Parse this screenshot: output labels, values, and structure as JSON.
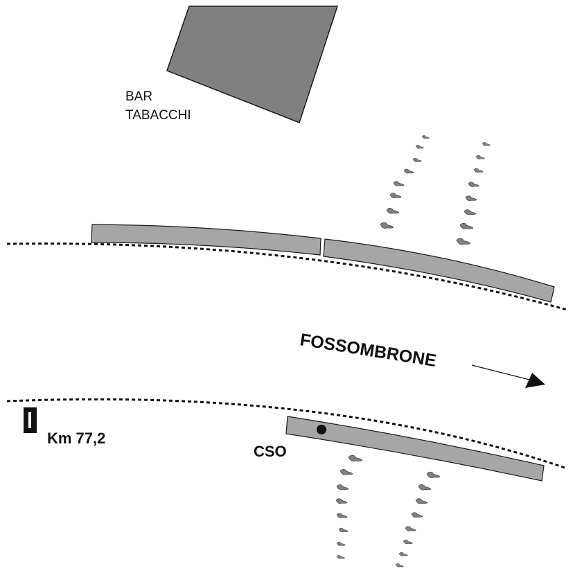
{
  "map": {
    "labels": {
      "building_line1": "BAR",
      "building_line2": "TABACCHI",
      "direction": "FOSSOMBRONE",
      "km_marker": "Km 77,2",
      "location_point": "CSO"
    },
    "colors": {
      "background": "#ffffff",
      "building_fill": "#808080",
      "platform_fill": "#a6a6a6",
      "outline": "#1a1a1a",
      "bush": "#7f7f7f",
      "road_edge": "#111111",
      "km_post": "#111111"
    }
  }
}
